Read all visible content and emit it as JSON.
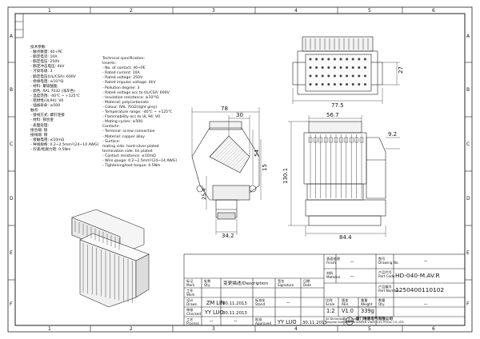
{
  "frame": {
    "col_numbers": [
      "1",
      "2",
      "3",
      "4",
      "5",
      "6"
    ],
    "row_letters": [
      "A",
      "B",
      "C",
      "D",
      "E",
      "F"
    ]
  },
  "specs_cn": [
    "技术参数:",
    "- 触点数量: 40+PE",
    "- 额定电流: 10A",
    "- 额定电压: 250V",
    "- 额定冲击电压: 4kV",
    "- 污染等级: 3",
    "- 额定电压(UL/CSA): 600V",
    "- 绝缘电阻: ≥10¹⁰Ω",
    "- 材料: 聚碳酸酯",
    "- 颜色: RAL 7032 (浅灰色)",
    "- 温度范围: -40℃ ~ +125℃",
    "- 阻燃性(UL94): V0",
    "- 插拔寿命: ≥500",
    "触点:",
    "- 接线方式: 螺钉连接",
    "- 材料: 铜合金",
    "- 表面处理:",
    "  接合端: 银",
    "  接线端: 锡",
    "- 接触电阻: ≤10mΩ",
    "- 导线规格: 0.2~2.5mm²(24~14 AWG)",
    "- 拧紧/松脱力矩: 0.5Nm"
  ],
  "specs_en": [
    "Technical specification:",
    "Inserts:",
    "- No. of contact: 40+PE",
    "- Rated current: 10A",
    "- Rated voltage: 250V",
    "- Rated impulse voltage: 4kV",
    "- Pollution degree: 3",
    "- Rated voltage acc.to UL/CSA: 600V",
    "- Insulation resistance: ≥10¹⁰Ω",
    "- Material: polycarbonate",
    "- Colour: RAL 7032(light grey)",
    "- Temperature range: -40℃ ~ +125℃",
    "- Flammability acc.to UL 94: V0",
    "- Mating cycles: ≥500",
    "Contacts:",
    "- Terminal: screw connection",
    "- Material: copper alloy",
    "- Surface:",
    "  mating side: hard-silver plated",
    "  termination side: tin plated",
    "- Contact resistance: ≤10mΩ",
    "- Wire gauge: 0.2~2.5mm²(24~14 AWG)",
    "- Tightening/loot torque: 0.5Nm"
  ],
  "dimensions": {
    "top_height": "27",
    "top_width": "77.5",
    "side_depth": "78",
    "side_30": "30",
    "side_54": "54",
    "side_15": "15",
    "side_25": "25.4",
    "side_34": "34.2",
    "front_56": "56.7",
    "front_130": "130.1",
    "front_9": "9.2",
    "front_84": "84.4"
  },
  "title_block": {
    "finish_label_cn": "表面处理",
    "finish_label_en": "Finish",
    "finish_value": "--",
    "material_label_cn": "材料",
    "material_label_en": "Material",
    "material_value": "--",
    "drawing_no_label_cn": "图号",
    "drawing_no_label_en": "Drawing No.",
    "drawing_no_value": "--",
    "part_code_label_cn": "产品代号",
    "part_code_label_en": "Part Code",
    "part_code_value": "HD-040-M.AV.R",
    "part_no_label_cn": "产品编号",
    "part_no_label_en": "Part Number",
    "part_no_value": "1250400110102",
    "mark_label_cn": "标记",
    "mark_label_en": "Mark",
    "count_label_cn": "处数",
    "count_label_en": "Qty.",
    "work_label_cn": "工作",
    "work_label_en": "Work",
    "desc_label_cn": "变更描述",
    "desc_label_en": "Description",
    "sign_label_cn": "签名",
    "sign_label_en": "Signature",
    "date_label_cn": "日期",
    "date_label_en": "Date",
    "drawn_label_cn": "设计",
    "drawn_label_en": "Drawn",
    "drawn_name": "ZM LIN",
    "drawn_date": "30.11.2013",
    "stand_label_cn": "标准化",
    "stand_label_en": "Stand",
    "stand_value": "--",
    "checked_label_cn": "审核",
    "checked_label_en": "Checked",
    "checked_name": "YY LUO",
    "checked_date": "30.11.2013",
    "process_label_cn": "工艺",
    "process_label_en": "Process",
    "process_value": "--",
    "approved_label_cn": "批准",
    "approved_label_en": "Approved",
    "approved_name": "YY LUO",
    "approved_date": "30.11.2013",
    "scale_label_cn": "比例",
    "scale_label_en": "Scale",
    "scale_value": "1:2",
    "rev_label_cn": "版本",
    "rev_label_en": "REV.",
    "rev_value": "V1.0",
    "weight_label_cn": "重量",
    "weight_label_en": "Weight",
    "weight_value": "339g",
    "qty_label_cn": "数量",
    "qty_label_en": "Qty.",
    "qty_value": "--",
    "units_note": "All Dimensions in mm",
    "sizes_note": "Original Size DIN A 4",
    "company_cn": "厦门唯恩电气有限公司",
    "company_en": "XIAMEN VIHIN ELECTRICAL CO.,LTD"
  },
  "colors": {
    "line": "#222222",
    "dim": "#444444",
    "hatch": "#666666",
    "fill": "#d9d9d9"
  }
}
